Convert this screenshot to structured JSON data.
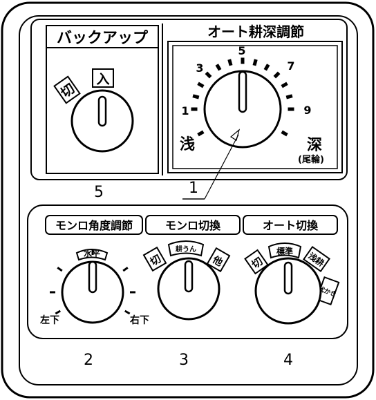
{
  "backup": {
    "title": "バックアップ",
    "off_label": "切",
    "on_label": "入",
    "callout_number": "5"
  },
  "auto_depth": {
    "title": "オート耕深調節",
    "scale_labels": [
      "1",
      "3",
      "5",
      "7",
      "9"
    ],
    "shallow_label": "浅",
    "deep_label": "深",
    "deep_sub_label": "(尾輪)",
    "callout_number": "1"
  },
  "mono_angle": {
    "title": "モンロ角度調節",
    "level_label": "水平",
    "left_down_label": "左下",
    "right_down_label": "右下",
    "callout_number": "2"
  },
  "mono_switch": {
    "title": "モンロ切換",
    "off_label": "切",
    "tillage_label": "耕うん",
    "other_label": "他",
    "callout_number": "3"
  },
  "auto_switch": {
    "title": "オート切換",
    "off_label": "切",
    "standard_label": "標準",
    "shallow_till_label": "浅耕",
    "puddling_label": "代かき",
    "callout_number": "4"
  }
}
